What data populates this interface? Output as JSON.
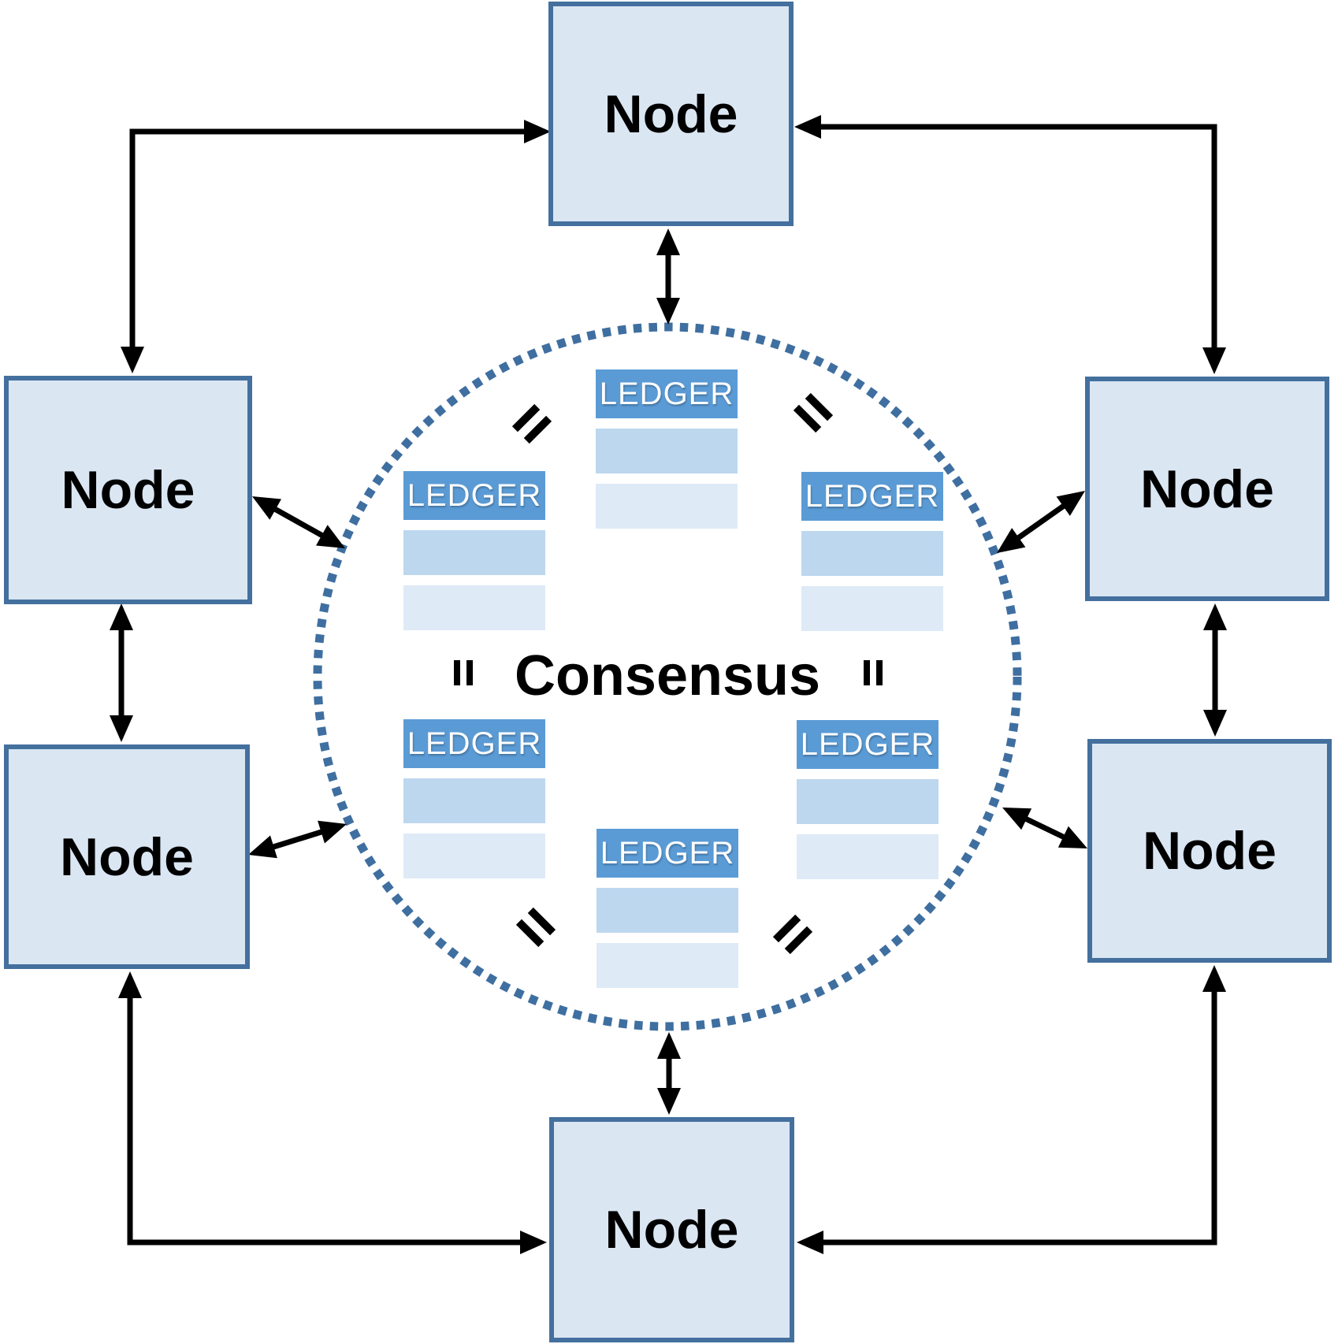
{
  "diagram": {
    "center_label": "Consensus",
    "equals_symbol": "=",
    "nodes": [
      {
        "label": "Node",
        "position": "top-center"
      },
      {
        "label": "Node",
        "position": "left-upper"
      },
      {
        "label": "Node",
        "position": "left-lower"
      },
      {
        "label": "Node",
        "position": "right-upper"
      },
      {
        "label": "Node",
        "position": "right-lower"
      },
      {
        "label": "Node",
        "position": "bottom-center"
      }
    ],
    "ledgers": [
      {
        "label": "LEDGER",
        "position": "top-center",
        "rows": 2
      },
      {
        "label": "LEDGER",
        "position": "upper-left",
        "rows": 2
      },
      {
        "label": "LEDGER",
        "position": "upper-right",
        "rows": 2
      },
      {
        "label": "LEDGER",
        "position": "lower-left",
        "rows": 2
      },
      {
        "label": "LEDGER",
        "position": "lower-right",
        "rows": 2
      },
      {
        "label": "LEDGER",
        "position": "bottom-center",
        "rows": 2
      }
    ],
    "colors": {
      "node_fill": "#dbe6f3",
      "node_border": "#44709e",
      "ledger_header": "#5b9bd5",
      "ledger_row_1": "#bdd7ee",
      "ledger_row_2": "#deeaf6",
      "circle_dots": "#3f6fa0",
      "arrow": "#000000",
      "text": "#000000",
      "ledger_text": "#ffffff"
    }
  }
}
